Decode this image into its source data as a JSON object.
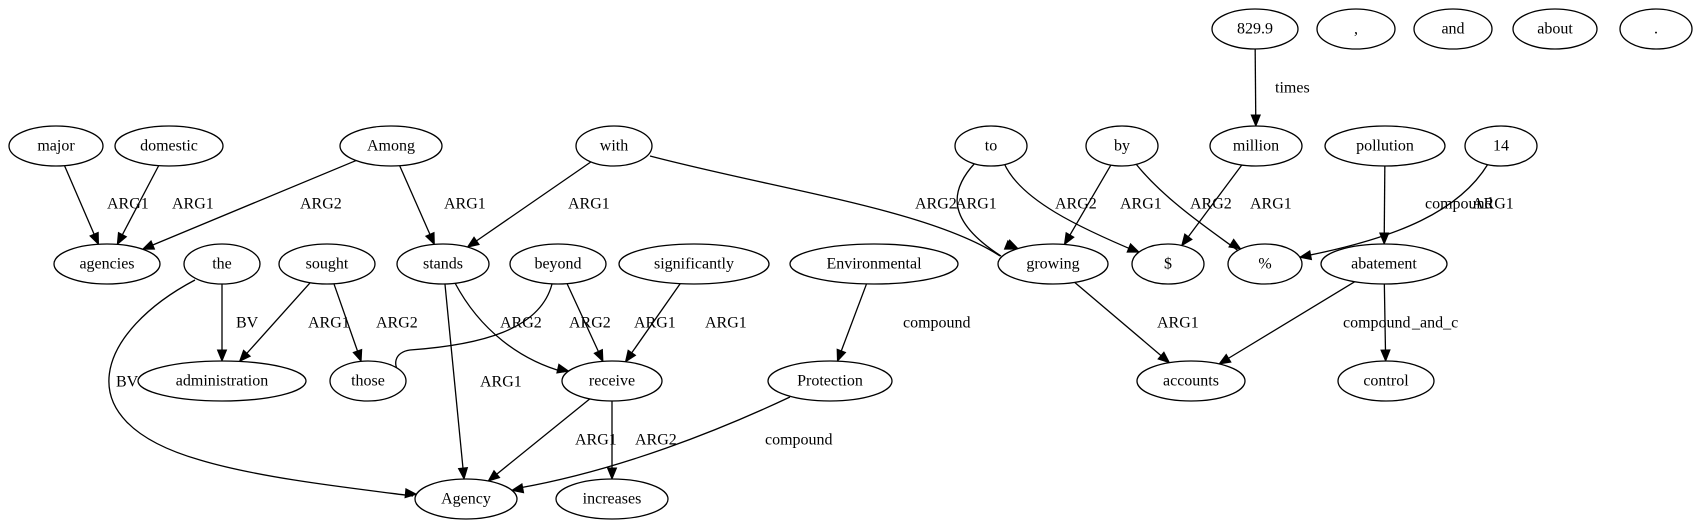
{
  "nodes": {
    "n829": "829.9",
    "comma": ",",
    "and": "and",
    "about": "about",
    "period": ".",
    "major": "major",
    "domestic": "domestic",
    "among": "Among",
    "with": "with",
    "to": "to",
    "by": "by",
    "million": "million",
    "pollution": "pollution",
    "n14": "14",
    "agencies": "agencies",
    "the": "the",
    "sought": "sought",
    "stands": "stands",
    "beyond": "beyond",
    "significantly": "significantly",
    "environmental": "Environmental",
    "growing": "growing",
    "dollar": "$",
    "percent": "%",
    "abatement": "abatement",
    "administration": "administration",
    "those": "those",
    "receive": "receive",
    "protection": "Protection",
    "accounts": "accounts",
    "control": "control",
    "agency": "Agency",
    "increases": "increases"
  },
  "edges": [
    {
      "from": "n829",
      "to": "million",
      "label": "times"
    },
    {
      "from": "major",
      "to": "agencies",
      "label": "ARG1"
    },
    {
      "from": "domestic",
      "to": "agencies",
      "label": "ARG1"
    },
    {
      "from": "among",
      "to": "agencies",
      "label": "ARG2"
    },
    {
      "from": "among",
      "to": "stands",
      "label": "ARG1"
    },
    {
      "from": "with",
      "to": "stands",
      "label": "ARG1"
    },
    {
      "from": "with",
      "to": "growing",
      "label": "ARG2"
    },
    {
      "from": "to",
      "to": "growing",
      "label": "ARG1"
    },
    {
      "from": "to",
      "to": "dollar",
      "label": "ARG2"
    },
    {
      "from": "by",
      "to": "growing",
      "label": "ARG1"
    },
    {
      "from": "by",
      "to": "percent",
      "label": "ARG2"
    },
    {
      "from": "million",
      "to": "dollar",
      "label": "ARG1"
    },
    {
      "from": "pollution",
      "to": "abatement",
      "label": "compound"
    },
    {
      "from": "n14",
      "to": "percent",
      "label": "ARG1"
    },
    {
      "from": "the",
      "to": "administration",
      "label": "BV"
    },
    {
      "from": "the",
      "to": "agency",
      "label": "BV"
    },
    {
      "from": "sought",
      "to": "administration",
      "label": "ARG1"
    },
    {
      "from": "sought",
      "to": "those",
      "label": "ARG2"
    },
    {
      "from": "stands",
      "to": "receive",
      "label": "ARG2"
    },
    {
      "from": "stands",
      "to": "agency",
      "label": "ARG1"
    },
    {
      "from": "beyond",
      "to": "those",
      "label": "ARG2"
    },
    {
      "from": "beyond",
      "to": "receive",
      "label": "ARG1"
    },
    {
      "from": "significantly",
      "to": "receive",
      "label": "ARG1"
    },
    {
      "from": "environmental",
      "to": "protection",
      "label": "compound"
    },
    {
      "from": "growing",
      "to": "accounts",
      "label": "ARG1"
    },
    {
      "from": "abatement",
      "to": "accounts",
      "label": "compound"
    },
    {
      "from": "abatement",
      "to": "control",
      "label": "_and_c"
    },
    {
      "from": "receive",
      "to": "agency",
      "label": "ARG1"
    },
    {
      "from": "receive",
      "to": "increases",
      "label": "ARG2"
    },
    {
      "from": "protection",
      "to": "agency",
      "label": "compound"
    }
  ]
}
